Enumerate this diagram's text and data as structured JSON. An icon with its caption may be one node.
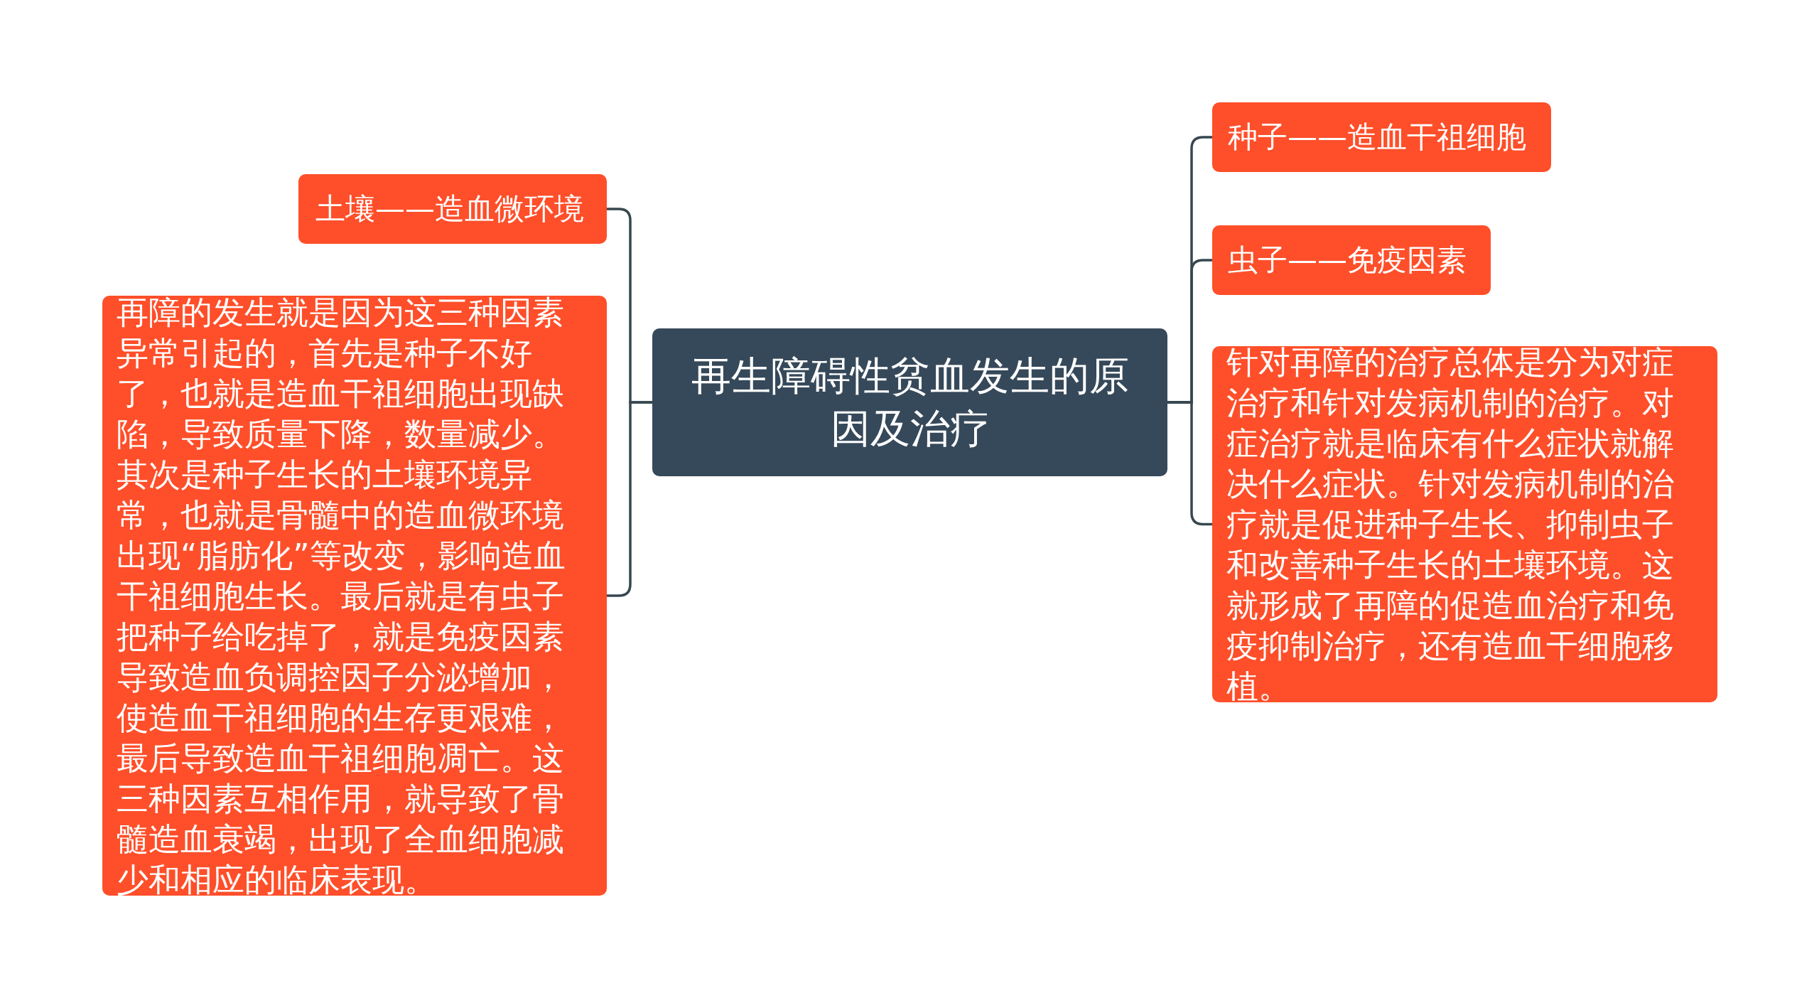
{
  "diagram": {
    "nodes": [
      {
        "text": [
          "再生障碍性贫血发生的原因及治疗"
        ]
      },
      {
        "text": [
          "土壤——造血微环境"
        ]
      },
      {
        "text": [
          "再障的发生就是因为这三种因素异常引起的，首先是种子不好了，也就是造血干祖细胞出现缺陷，导致质量下降，数量减少。其次是种子生长的土壤环境异常，也就是骨髓中的造血微环境出现“脂肪化”等改变，影响造血干祖细胞生长。最后就是有虫子把种子给吃掉了，就是免疫因素导致造血负调控因子分泌增加，使造血干祖细胞的生存更艰难，最后导致造血干祖细胞凋亡。这三种因素互相作用，就导致了骨髓造血衰竭，出现了全血细胞减少和相应的临床表现。"
        ]
      },
      {
        "text": [
          "种子——造血干祖细胞"
        ]
      },
      {
        "text": [
          "虫子——免疫因素"
        ]
      },
      {
        "text": [
          "针对再障的治疗总体是分为对症治疗和针对发病机制的治疗。对症治疗就是临床有什么症状就解决什么症状。针对发病机制的治疗就是促进种子生长、抑制虫子和改善种子生长的土壤环境。这就形成了再障的促造血治疗和免疫抑制治疗，还有造血干细胞移植。"
        ]
      }
    ],
    "edges": [
      {
        "from": 0,
        "to": 1,
        "arrow": "none"
      },
      {
        "from": 0,
        "to": 2,
        "arrow": "none"
      },
      {
        "from": 0,
        "to": 3,
        "arrow": "none"
      },
      {
        "from": 0,
        "to": 4,
        "arrow": "none"
      },
      {
        "from": 0,
        "to": 5,
        "arrow": "none"
      }
    ]
  }
}
